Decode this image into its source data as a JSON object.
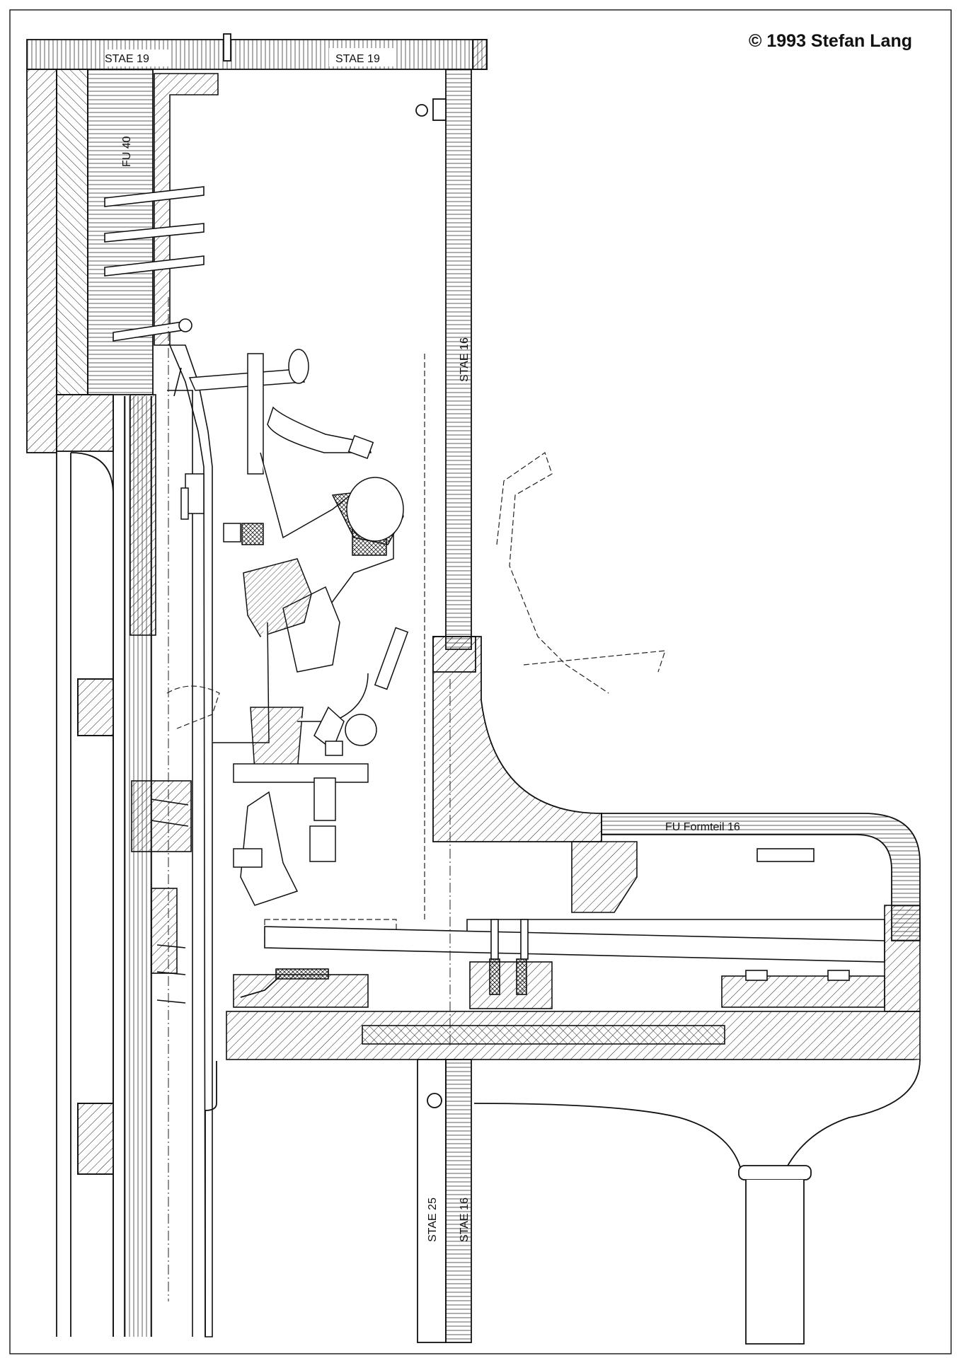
{
  "copyright": "© 1993 Stefan Lang",
  "labels": {
    "top_board_left": "STAE 19",
    "top_board_right": "STAE 19",
    "side_panel": "FU 40",
    "front_panel": "STAE 16",
    "fallboard": "FU Formteil 16",
    "lower_panel_left": "STAE 25",
    "lower_panel_right": "STAE 16"
  }
}
